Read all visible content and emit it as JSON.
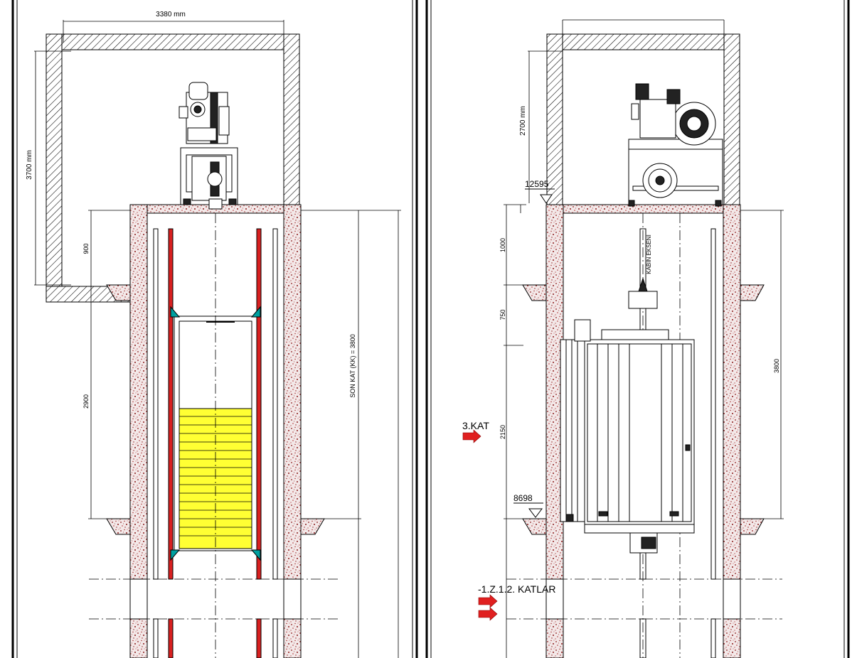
{
  "left_view": {
    "dim_width": "3380 mm",
    "dim_room_height": "3700 mm",
    "dim_900": "900",
    "dim_2900": "2900",
    "dim_son_kat": "SON KAT (KK) = 3800"
  },
  "right_view": {
    "dim_room_height": "2700 mm",
    "elev_top": "12595",
    "elev_bottom": "8698",
    "dim_1000": "1000",
    "dim_750": "750",
    "dim_2150": "2150",
    "dim_3800": "3800",
    "cabin_axis": "KABİN EKSENİ",
    "floor_label_1": "3.KAT",
    "floor_label_2": "-1.Z.1.2. KATLAR"
  },
  "colors": {
    "concrete_fill": "#f3e8e8",
    "concrete_dots": "#8b1a1a",
    "rail_red": "#d82020",
    "counterweight_yellow": "#ffff33",
    "arrow_red": "#e02020",
    "accent_teal": "#00a0a0"
  }
}
